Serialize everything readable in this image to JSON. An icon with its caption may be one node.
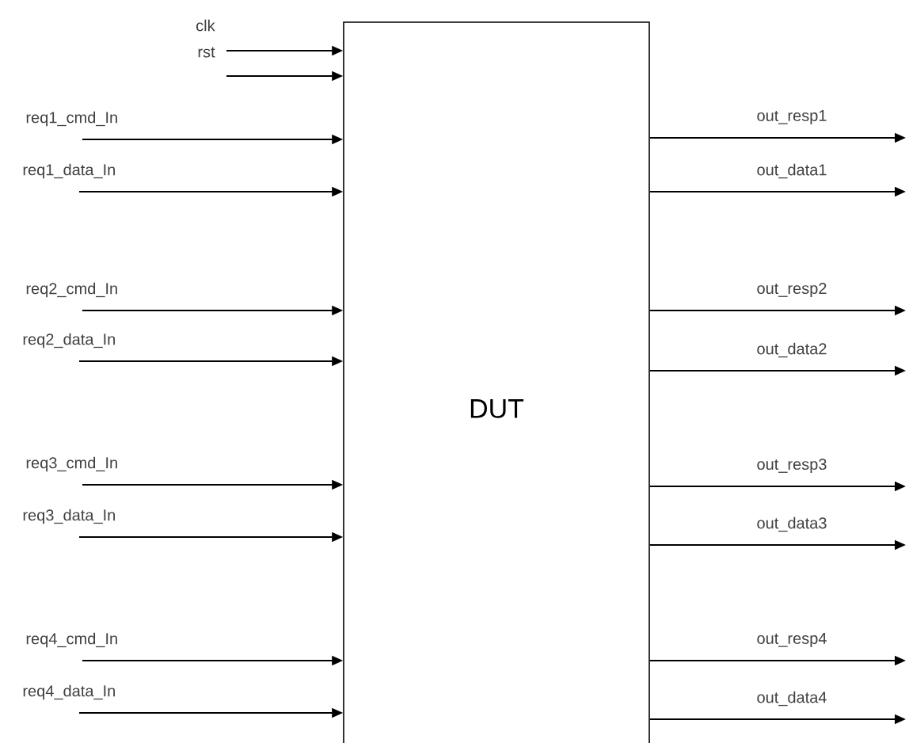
{
  "diagram": {
    "nodes": [
      {
        "text": [
          "DUT"
        ]
      },
      {
        "text": [
          "clk"
        ]
      },
      {
        "text": [
          "rst"
        ]
      },
      {
        "text": [
          "req1_cmd_In"
        ]
      },
      {
        "text": [
          "req1_data_In"
        ]
      },
      {
        "text": [
          "req2_cmd_In"
        ]
      },
      {
        "text": [
          "req2_data_In"
        ]
      },
      {
        "text": [
          "req3_cmd_In"
        ]
      },
      {
        "text": [
          "req3_data_In"
        ]
      },
      {
        "text": [
          "req4_cmd_In"
        ]
      },
      {
        "text": [
          "req4_data_In"
        ]
      },
      {
        "text": [
          "out_resp1"
        ]
      },
      {
        "text": [
          "out_data1"
        ]
      },
      {
        "text": [
          "out_resp2"
        ]
      },
      {
        "text": [
          "out_data2"
        ]
      },
      {
        "text": [
          "out_resp3"
        ]
      },
      {
        "text": [
          "out_data3"
        ]
      },
      {
        "text": [
          "out_resp4"
        ]
      },
      {
        "text": [
          "out_data4"
        ]
      }
    ],
    "edges": [
      {
        "from": 1,
        "to": 0,
        "arrow": "to"
      },
      {
        "from": 2,
        "to": 0,
        "arrow": "to"
      },
      {
        "from": 3,
        "to": 0,
        "arrow": "to"
      },
      {
        "from": 4,
        "to": 0,
        "arrow": "to"
      },
      {
        "from": 5,
        "to": 0,
        "arrow": "to"
      },
      {
        "from": 6,
        "to": 0,
        "arrow": "to"
      },
      {
        "from": 7,
        "to": 0,
        "arrow": "to"
      },
      {
        "from": 8,
        "to": 0,
        "arrow": "to"
      },
      {
        "from": 9,
        "to": 0,
        "arrow": "to"
      },
      {
        "from": 10,
        "to": 0,
        "arrow": "to"
      },
      {
        "from": 0,
        "to": 11,
        "arrow": "to"
      },
      {
        "from": 0,
        "to": 12,
        "arrow": "to"
      },
      {
        "from": 0,
        "to": 13,
        "arrow": "to"
      },
      {
        "from": 0,
        "to": 14,
        "arrow": "to"
      },
      {
        "from": 0,
        "to": 15,
        "arrow": "to"
      },
      {
        "from": 0,
        "to": 16,
        "arrow": "to"
      },
      {
        "from": 0,
        "to": 17,
        "arrow": "to"
      },
      {
        "from": 0,
        "to": 18,
        "arrow": "to"
      }
    ]
  }
}
